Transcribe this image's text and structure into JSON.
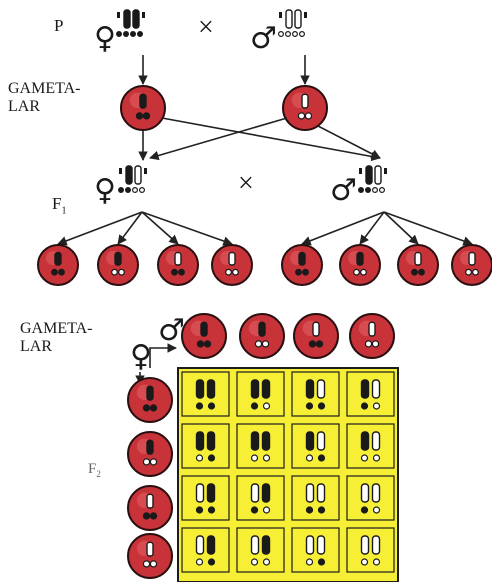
{
  "labels": {
    "parental": "P",
    "gametes_top": "GAMETA-\nLAR",
    "f1": "F",
    "f1_sub": "1",
    "f2": "F",
    "f2_sub": "2",
    "gametes_bottom": "GAMETA-\nLAR",
    "cross": "×",
    "female_symbol": "♀",
    "male_symbol": "♂"
  },
  "colors": {
    "gamete_fill": "#c8333a",
    "gamete_dark": "#2a0f10",
    "grid_fill": "#f6ef35",
    "grid_line": "#1c1c1c",
    "arrow": "#222222",
    "ink": "#1a1a1a"
  },
  "gametes": {
    "parent_female": [
      "dark-dark"
    ],
    "parent_male": [
      "light-light"
    ],
    "f1_female": [
      "dark-dark",
      "dark-light",
      "light-dark",
      "light-light"
    ],
    "f1_male": [
      "dark-dark",
      "dark-light",
      "light-dark",
      "light-light"
    ]
  },
  "punnett": {
    "rows": [
      "dark-dark",
      "dark-light",
      "light-dark",
      "light-light"
    ],
    "cols": [
      "dark-dark",
      "dark-light",
      "light-dark",
      "light-light"
    ]
  }
}
